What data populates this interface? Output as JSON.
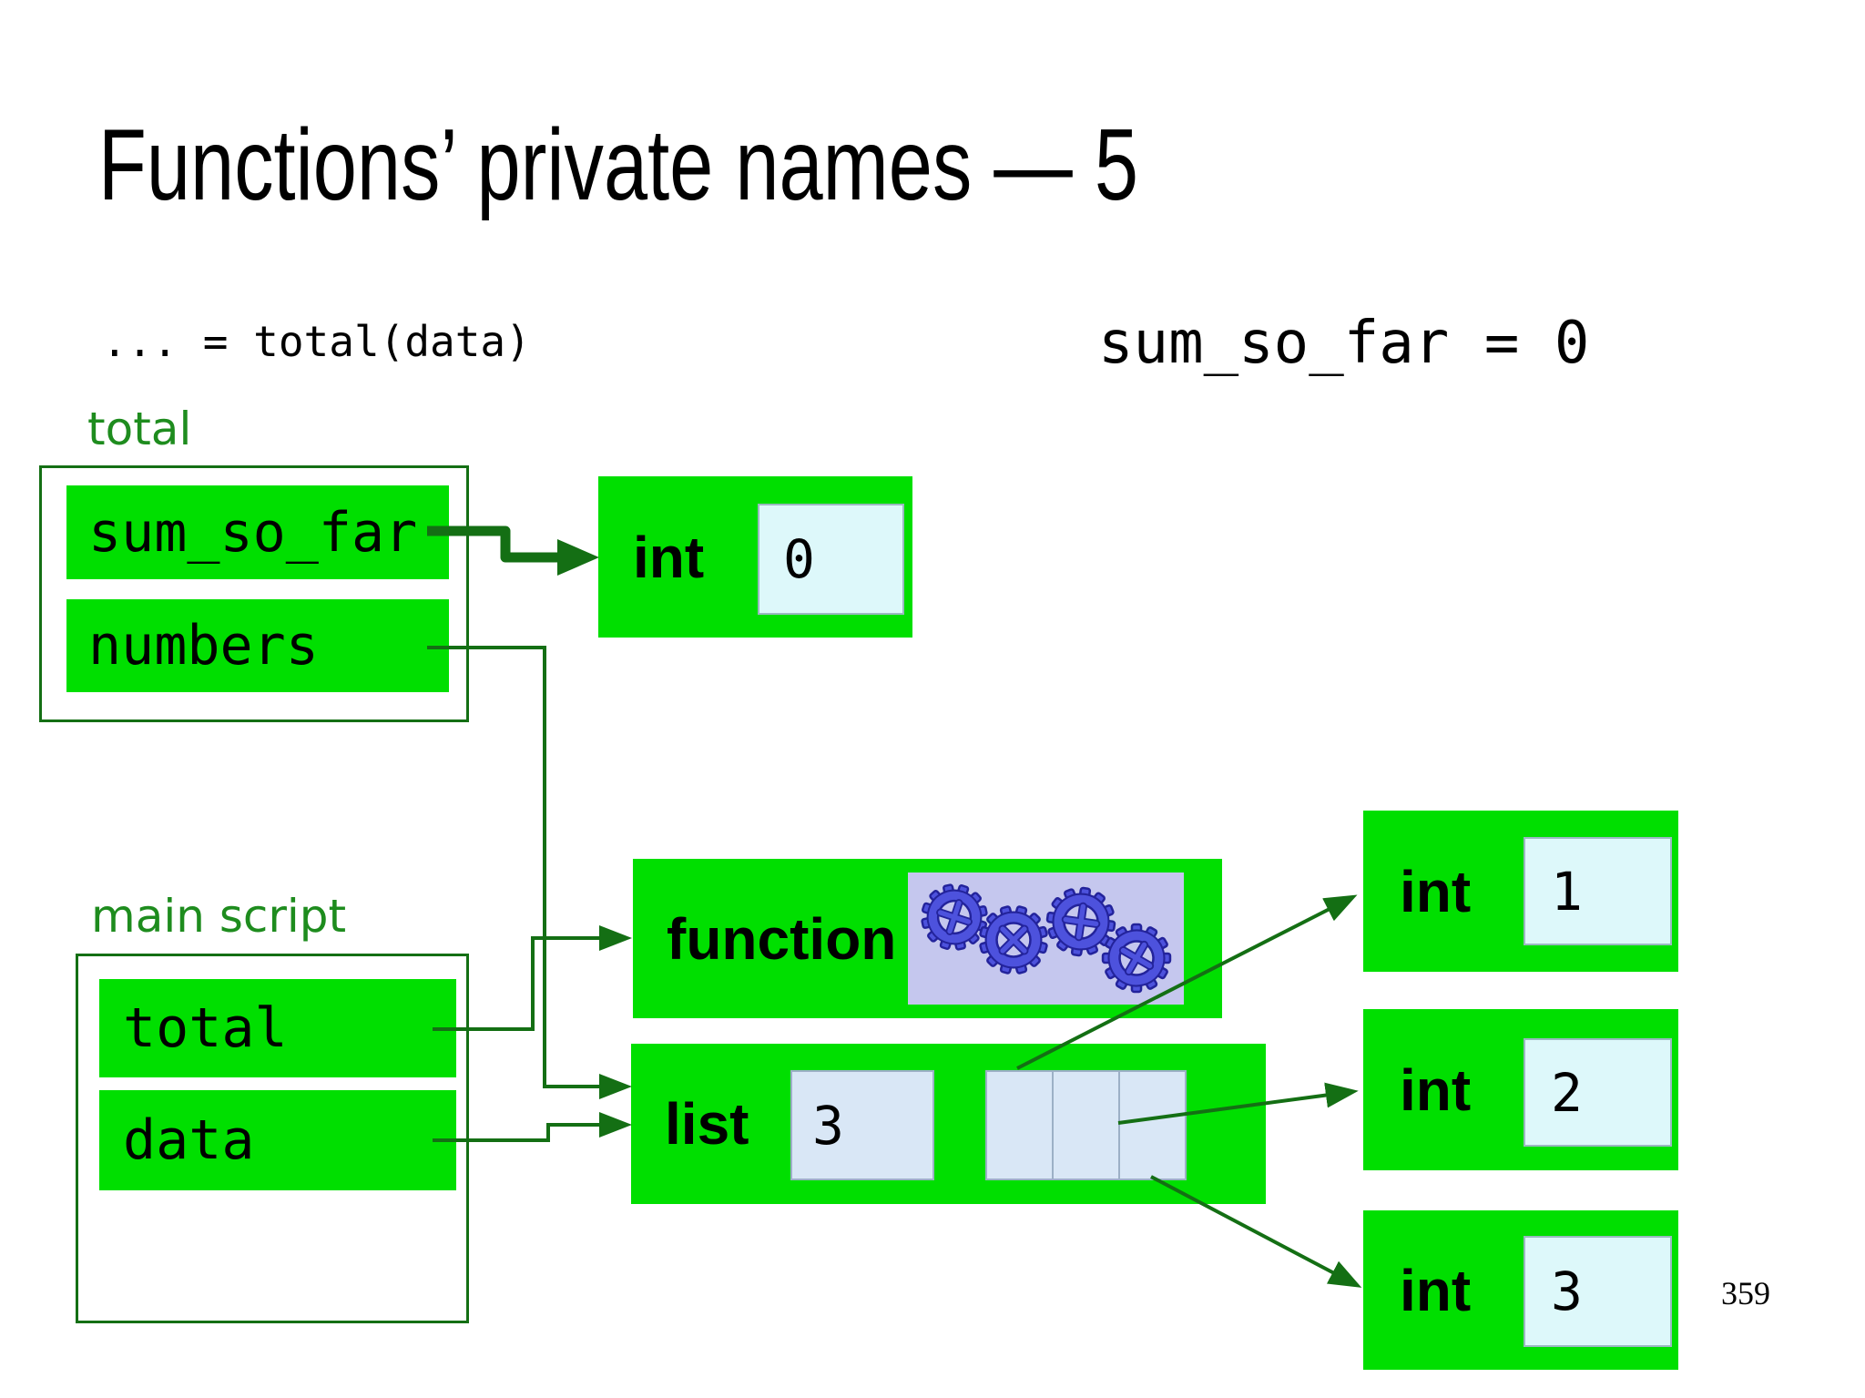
{
  "slide": {
    "title": "Functions’ private names — 5",
    "code_left": "... = total(data)",
    "code_right": "sum_so_far = 0",
    "page_number": "359"
  },
  "frames": {
    "total": {
      "label": "total",
      "vars": [
        {
          "name": "sum_so_far"
        },
        {
          "name": "numbers"
        }
      ]
    },
    "main": {
      "label": "main script",
      "vars": [
        {
          "name": "total"
        },
        {
          "name": "data"
        }
      ]
    }
  },
  "objects": {
    "int0": {
      "type_label": "int",
      "value": "0"
    },
    "int1": {
      "type_label": "int",
      "value": "1"
    },
    "int2": {
      "type_label": "int",
      "value": "2"
    },
    "int3": {
      "type_label": "int",
      "value": "3"
    },
    "function": {
      "type_label": "function",
      "icon": "gears-icon"
    },
    "list": {
      "type_label": "list",
      "length": "3",
      "cell_count": 3
    }
  },
  "connections": [
    {
      "from": "total.sum_so_far",
      "to": "int0",
      "style": "thick-arrow"
    },
    {
      "from": "total.numbers",
      "to": "list",
      "style": "thin-arrow"
    },
    {
      "from": "main.total",
      "to": "function",
      "style": "thin-arrow"
    },
    {
      "from": "main.data",
      "to": "list",
      "style": "thin-arrow"
    },
    {
      "from": "list.cell1",
      "to": "int1",
      "style": "thin-arrow"
    },
    {
      "from": "list.cell2",
      "to": "int2",
      "style": "thin-arrow"
    },
    {
      "from": "list.cell3",
      "to": "int3",
      "style": "thin-arrow"
    }
  ],
  "colors": {
    "object_green": "#00df00",
    "line_dark_green": "#146f14",
    "label_green": "#1e8c1e",
    "int_value_bg": "#ddf8fa",
    "list_cell_bg": "#d9e7f6",
    "gears_panel_bg": "#c5c7ee",
    "gear_blue": "#4d52dd",
    "gear_outline": "#23239b",
    "background": "#ffffff"
  }
}
